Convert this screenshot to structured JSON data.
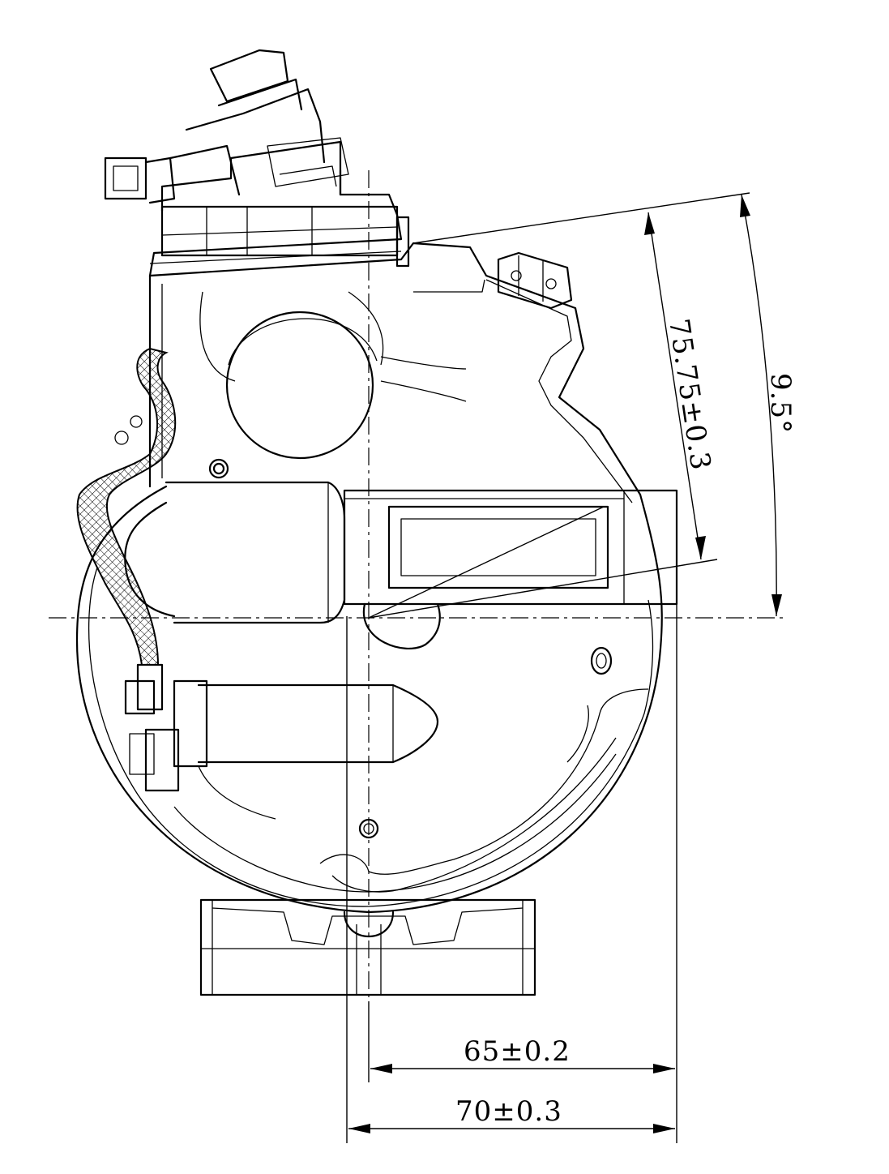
{
  "dimensions": {
    "width_65": "65±0.2",
    "width_70": "70±0.3",
    "height_75": "75.75±0.3",
    "angle": "9.5°"
  }
}
